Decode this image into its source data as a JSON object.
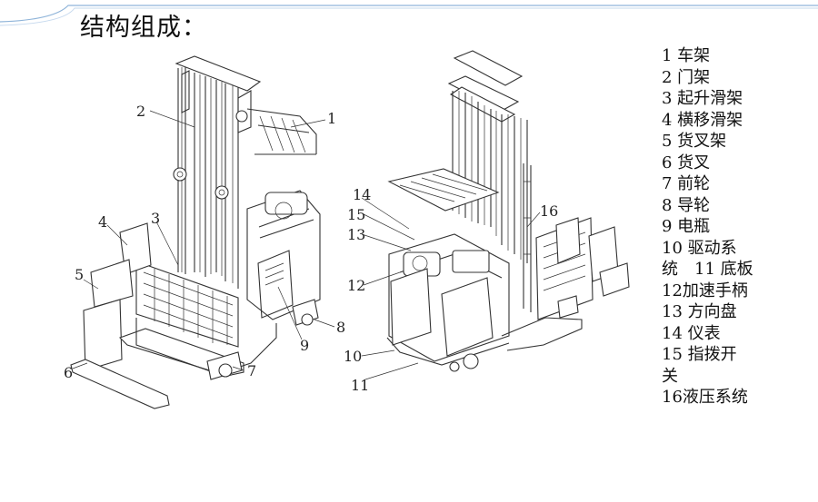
{
  "title": "结构组成：",
  "legend": [
    "1 车架",
    "2 门架",
    "3 起升滑架",
    "4 横移滑架",
    "5 货叉架",
    "6 货叉",
    "7 前轮",
    "8 导轮",
    "9 电瓶",
    "10 驱动系",
    "统　11 底板",
    "12加速手柄",
    "13 方向盘",
    "14 仪表",
    "15 指拨开",
    "关",
    "16液压系统"
  ],
  "callouts": {
    "c1": "1",
    "c2": "2",
    "c3": "3",
    "c4": "4",
    "c5": "5",
    "c6": "6",
    "c7": "7",
    "c8": "8",
    "c9": "9",
    "c10": "10",
    "c11": "11",
    "c12": "12",
    "c13": "13",
    "c14": "14",
    "c15": "15",
    "c16": "16"
  },
  "colors": {
    "header_line": "#8fb4d9",
    "ink": "#333333"
  }
}
